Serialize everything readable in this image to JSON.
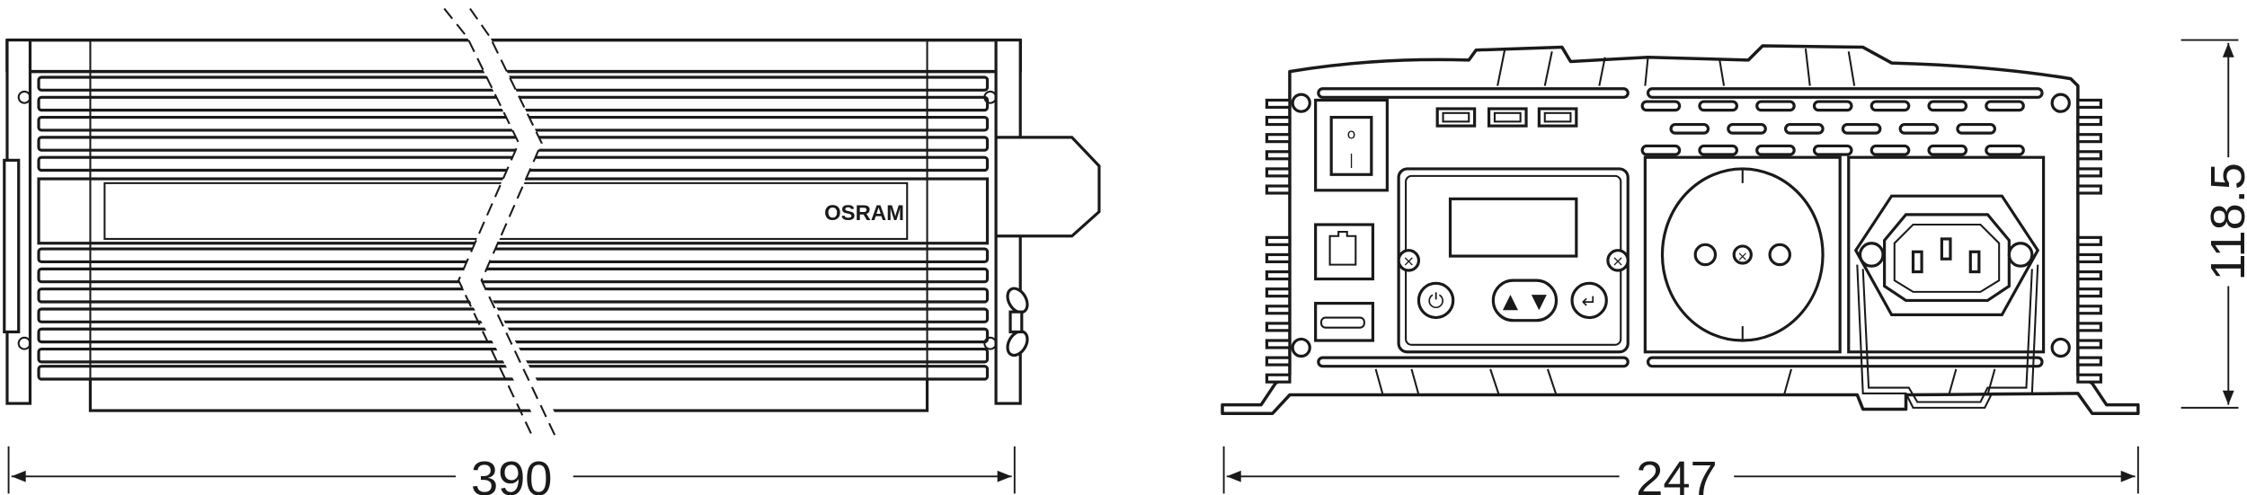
{
  "side_view": {
    "brand_logo": "OSRAM",
    "length_dimension": "390"
  },
  "front_view": {
    "width_dimension": "247",
    "height_dimension": "118.5",
    "switch_on_symbol": "|",
    "switch_off_symbol": "o"
  },
  "colors": {
    "line": "#1a1a1a",
    "background": "#ffffff"
  }
}
